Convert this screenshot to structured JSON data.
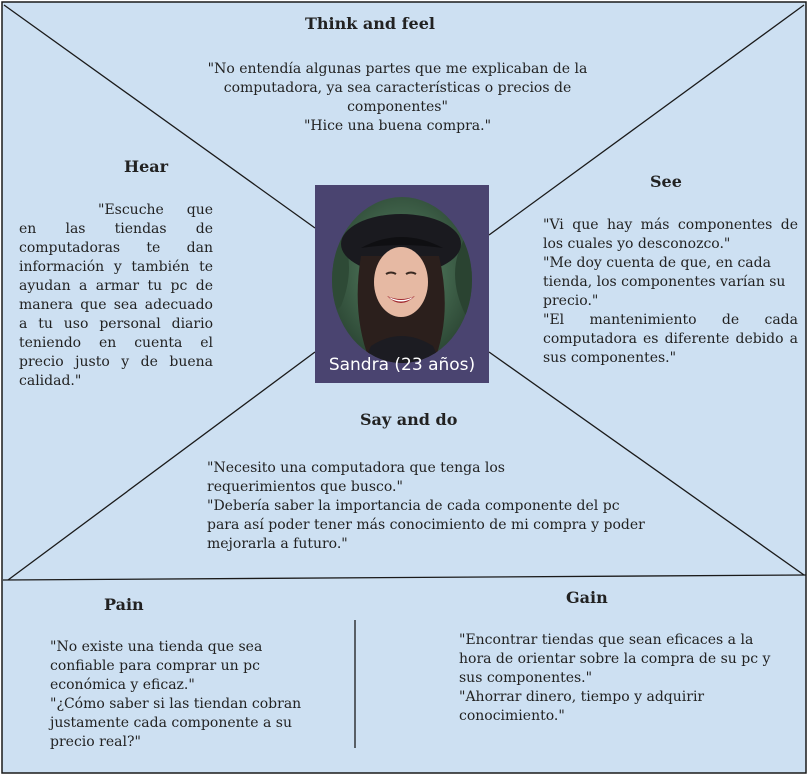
{
  "think_feel": {
    "title": "Think and feel",
    "quotes": [
      "\"No entendía algunas partes que me explicaban de la computadora, ya sea características o precios de componentes\"",
      "\"Hice una buena compra.\""
    ]
  },
  "hear": {
    "title": "Hear",
    "quotes": [
      "\"Escuche que en las tiendas de computadoras te dan información y también te ayudan a armar tu pc de manera que sea adecuado a tu uso personal diario teniendo en cuenta el precio justo y de buena calidad.\""
    ]
  },
  "see": {
    "title": "See",
    "quotes": [
      "\"Vi que hay más componentes de los cuales yo desconozco.\"",
      "\"Me doy cuenta de que, en cada tienda, los componentes varían su precio.\"",
      "\"El mantenimiento de cada computadora es diferente debido a sus componentes.\""
    ]
  },
  "say_do": {
    "title": "Say and do",
    "quotes": [
      "\"Necesito una computadora que tenga los requerimientos que busco.\"",
      "\"Debería saber la importancia de cada componente del pc para así poder tener más conocimiento de mi compra y poder mejorarla a futuro.\""
    ]
  },
  "pain": {
    "title": "Pain",
    "quotes": [
      "\"No existe una tienda que sea confiable para comprar un pc económica y eficaz.\"",
      "\"¿Cómo saber si las tiendan cobran justamente cada componente a su precio real?\""
    ]
  },
  "gain": {
    "title": "Gain",
    "quotes": [
      "\"Encontrar tiendas que sean eficaces a la hora de orientar sobre la compra de su pc y sus componentes.\"",
      "\"Ahorrar dinero, tiempo y adquirir conocimiento.\""
    ]
  },
  "persona": {
    "name": "Sandra (23 años)"
  },
  "colors": {
    "board_fill": "#cde0f2",
    "line": "#1a1a1a",
    "avatar_bg": "#4a4470"
  }
}
